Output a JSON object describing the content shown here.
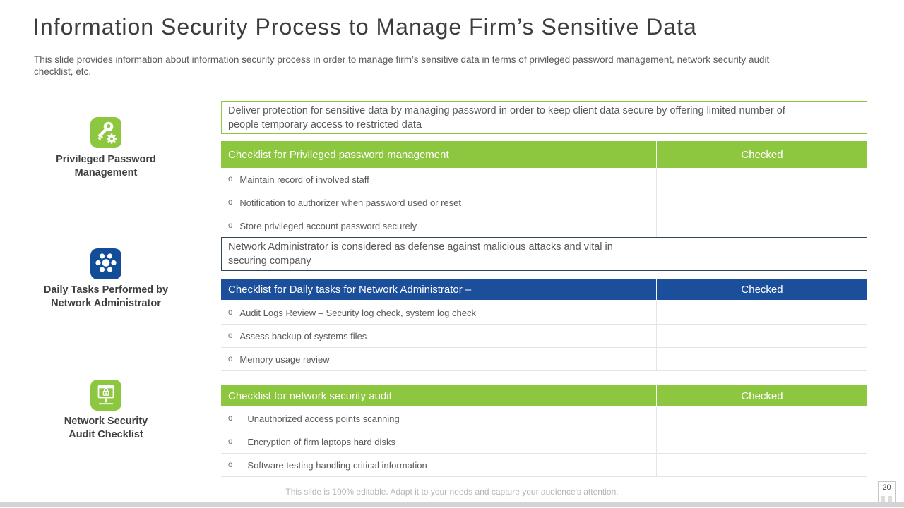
{
  "slide": {
    "title": "Information Security Process to Manage Firm’s Sensitive Data",
    "subtitle": "This slide provides information about information security process in order to manage firm’s sensitive data in terms of privileged password management, network security audit\nchecklist, etc.",
    "footer": "This slide is 100% editable. Adapt it to your needs and capture your audience's attention.",
    "page_number": "20"
  },
  "bullet": "o",
  "colors": {
    "green": "#8dc63f",
    "blue_header": "#1b4f9c",
    "icon_blue": "#134d97",
    "navy_border": "#33475b",
    "body_text": "#595959",
    "footer_text": "#b5b5b5"
  },
  "sections": [
    {
      "icon": "key-gear-icon",
      "label": "Privileged Password\nManagement",
      "description": "Deliver protection for sensitive data by managing password in order to keep client data secure by offering limited number of\npeople temporary access to restricted data",
      "table": {
        "header": "Checklist for Privileged password management",
        "checked_label": "Checked",
        "rows": [
          "Maintain record of involved staff",
          "Notification to authorizer when password used or reset",
          "Store privileged account password securely"
        ]
      }
    },
    {
      "icon": "network-hub-icon",
      "label": "Daily Tasks Performed by\nNetwork Administrator",
      "description": "Network Administrator is considered as defense against malicious attacks and vital in\nsecuring company",
      "table": {
        "header": "Checklist for Daily tasks for Network Administrator –",
        "checked_label": "Checked",
        "rows": [
          "Audit Logs Review – Security log check, system log check",
          "Assess backup of systems files",
          "Memory usage review"
        ]
      }
    },
    {
      "icon": "monitor-lock-icon",
      "label": "Network Security\nAudit Checklist",
      "table": {
        "header": "Checklist for network security audit",
        "checked_label": "Checked",
        "rows": [
          "Unauthorized access points scanning",
          "Encryption of firm laptops hard disks",
          "Software testing handling critical information"
        ]
      }
    }
  ]
}
